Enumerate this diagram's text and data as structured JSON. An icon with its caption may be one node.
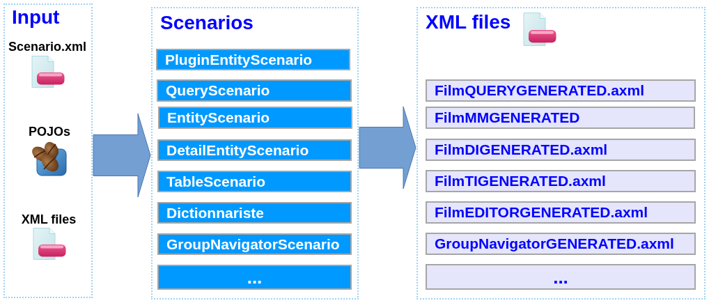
{
  "diagram": {
    "nodes": [
      {
        "text": [
          "Input",
          "Scenario.xml",
          "POJOs",
          "XML files"
        ]
      },
      {
        "text": [
          "Scenarios"
        ]
      },
      {
        "text": [
          "PluginEntityScenario"
        ],
        "in": 1
      },
      {
        "text": [
          "QueryScenario"
        ],
        "in": 1
      },
      {
        "text": [
          "EntityScenario"
        ],
        "in": 1
      },
      {
        "text": [
          "DetailEntityScenario"
        ],
        "in": 1
      },
      {
        "text": [
          "TableScenario"
        ],
        "in": 1
      },
      {
        "text": [
          "Dictionnariste"
        ],
        "in": 1
      },
      {
        "text": [
          "GroupNavigatorScenario"
        ],
        "in": 1
      },
      {
        "text": [
          "..."
        ],
        "in": 1
      },
      {
        "text": [
          "XML files"
        ]
      },
      {
        "text": [
          "FilmQUERYGENERATED.axml"
        ],
        "in": 10
      },
      {
        "text": [
          "FilmMMGENERATED"
        ],
        "in": 10
      },
      {
        "text": [
          "FilmDIGENERATED.axml"
        ],
        "in": 10
      },
      {
        "text": [
          "FilmTIGENERATED.axml"
        ],
        "in": 10
      },
      {
        "text": [
          "FilmEDITORGENERATED.axml"
        ],
        "in": 10
      },
      {
        "text": [
          "GroupNavigatorGENERATED.axml"
        ],
        "in": 10
      },
      {
        "text": [
          "..."
        ],
        "in": 10
      }
    ],
    "edges": [
      {
        "from": 0,
        "to": 1,
        "arrow": "to"
      },
      {
        "from": 1,
        "to": 10,
        "arrow": "to"
      }
    ]
  }
}
